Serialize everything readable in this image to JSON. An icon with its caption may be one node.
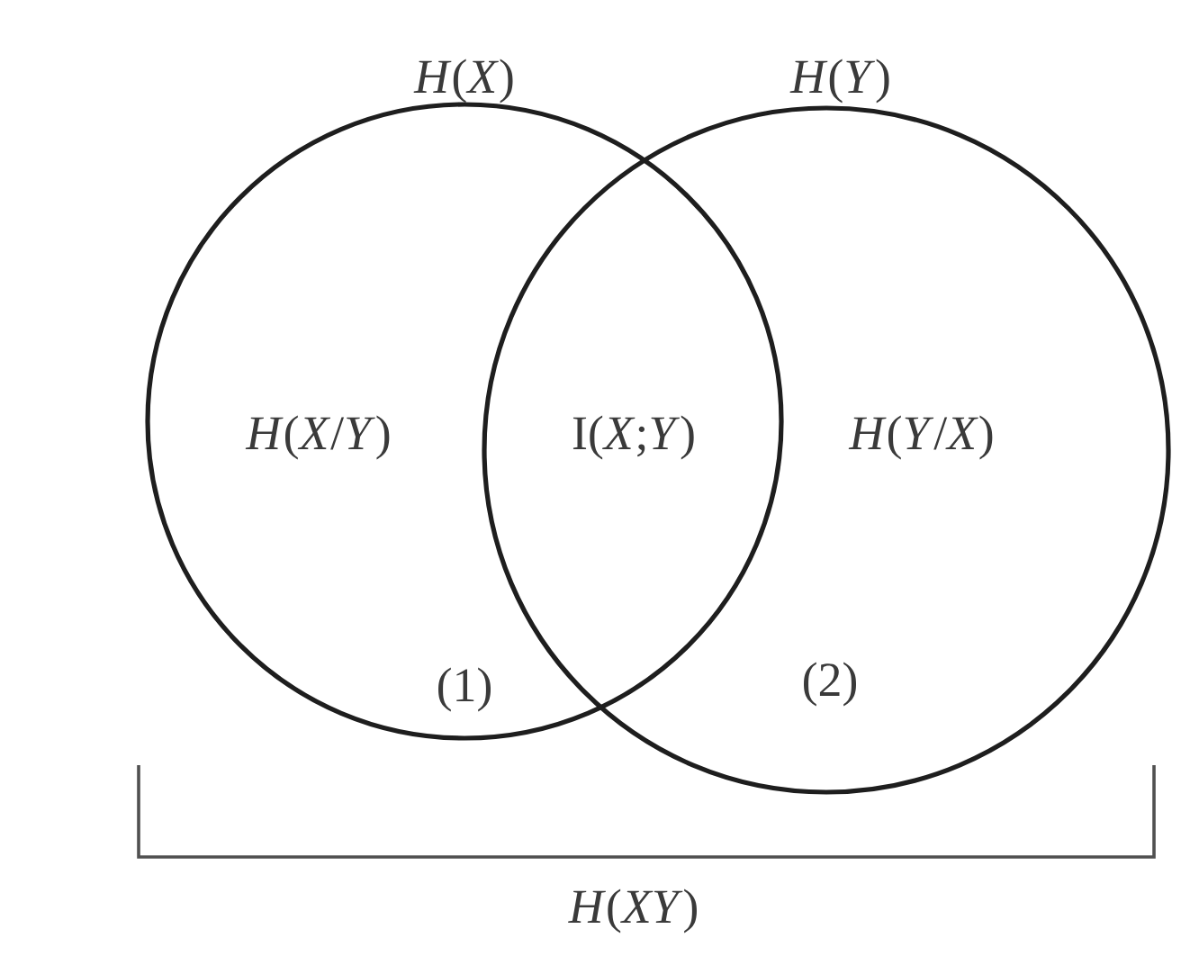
{
  "diagram": {
    "nodes": [
      {
        "text": [
          "*H*(*X*)",
          "*H*(*X*/*Y*)",
          "(1)"
        ]
      },
      {
        "text": [
          "*H*(*Y*)",
          "*H*(*Y*/*X*)",
          "(2)"
        ]
      }
    ],
    "labels": [
      "I(*X*;*Y*)",
      "*H*(*XY*)"
    ]
  }
}
